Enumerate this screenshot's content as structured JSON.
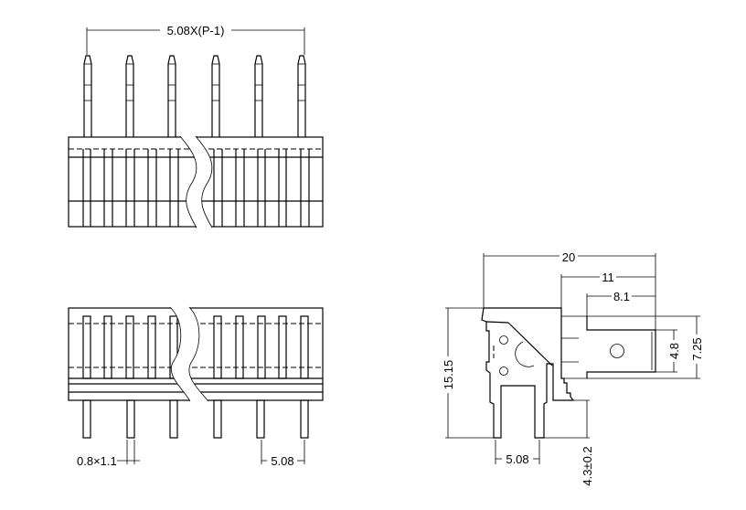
{
  "top_view": {
    "pitch_label": "5.08X(P-1)"
  },
  "bottom_view": {
    "pin_size_label": "0.8×1.1",
    "pitch_label": "5.08"
  },
  "side_view": {
    "overall_width_label": "20",
    "tab_offset_label": "11",
    "tab_length_label": "8.1",
    "height_label": "15.15",
    "tab_width_label": "4.8",
    "tab_outer_label": "7.25",
    "pin_pitch_label": "5.08",
    "pin_length_label": "4.3±0.2"
  }
}
